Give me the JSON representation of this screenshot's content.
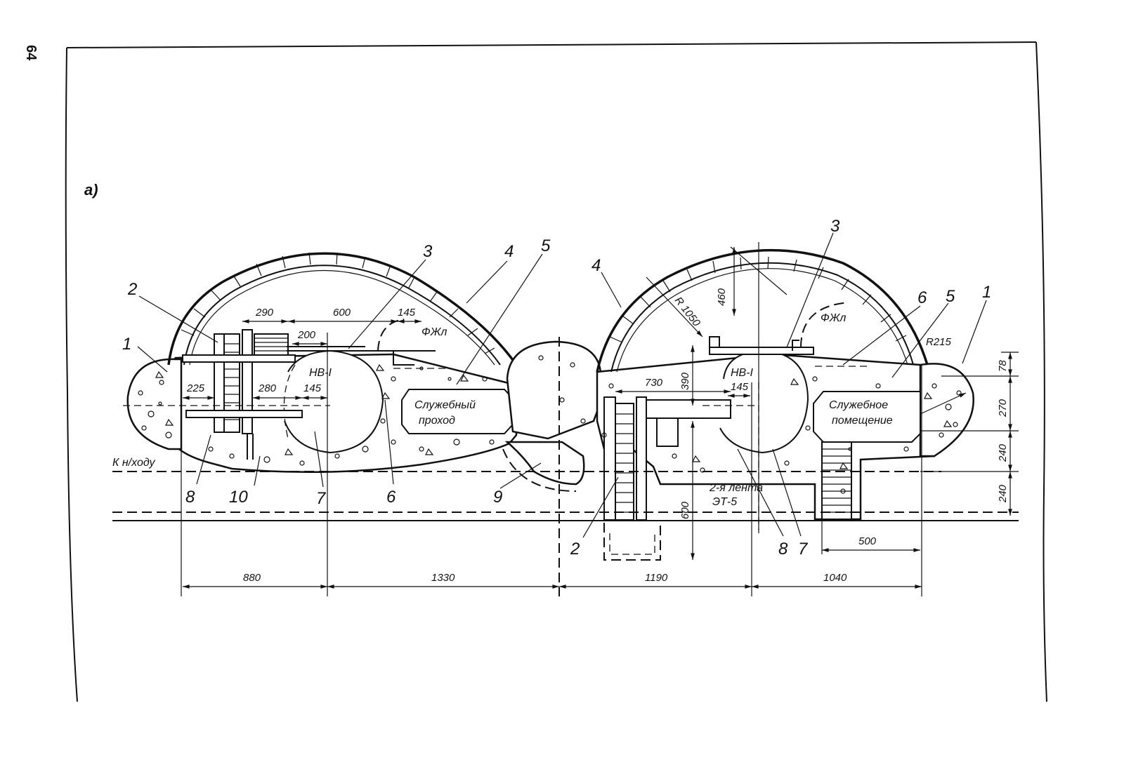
{
  "page_number": "64",
  "figure_label": "а)",
  "callouts": {
    "c1_left": "1",
    "c2_left": "2",
    "c3_left": "3",
    "c4_left": "4",
    "c5_left": "5",
    "c6_left": "6",
    "c7_left": "7",
    "c8_left": "8",
    "c9": "9",
    "c10": "10",
    "c4_right": "4",
    "c3_right": "3",
    "c6_right": "6",
    "c5_right": "5",
    "c1_right": "1",
    "c2_right": "2",
    "c8_right": "8",
    "c7_right": "7"
  },
  "labels": {
    "fzhl_left": "ФЖл",
    "fzhl_right": "ФЖл",
    "nv_left": "НВ-I",
    "nv_right": "НВ-I",
    "service_passage_1": "Служебный",
    "service_passage_2": "проход",
    "service_room_1": "Служебное",
    "service_room_2": "помещение",
    "belt_1": "2-я лента",
    "belt_2": "ЭТ-5",
    "k_khodu": "К н/ходу"
  },
  "dimensions": {
    "d290": "290",
    "d600_top": "600",
    "d145_top": "145",
    "d200": "200",
    "d225": "225",
    "d280": "280",
    "d145_mid": "145",
    "r1050": "R 1050",
    "d460": "460",
    "d390": "390",
    "d730": "730",
    "d145_right": "145",
    "r215": "R215",
    "d600_vert": "600",
    "d78": "78",
    "d270": "270",
    "d240_a": "240",
    "d240_b": "240",
    "d500": "500",
    "d880": "880",
    "d1330": "1330",
    "d1190": "1190",
    "d1040": "1040"
  }
}
